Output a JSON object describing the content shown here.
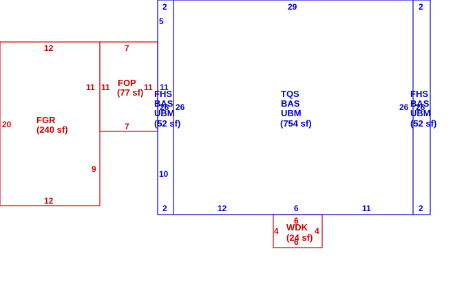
{
  "colors": {
    "accessory": "#cc0000",
    "main": "#0000cc",
    "background": "#ffffff"
  },
  "areas": {
    "fgr": {
      "code": "FGR",
      "area": "(240 sf)"
    },
    "fop": {
      "code": "FOP",
      "area": "(77 sf)"
    },
    "fhs_left": {
      "codes": [
        "FHS",
        "BAS",
        "UBM"
      ],
      "area": "(52 sf)"
    },
    "tqs": {
      "codes": [
        "TQS",
        "BAS",
        "UBM"
      ],
      "area": "(754 sf)"
    },
    "fhs_right": {
      "codes": [
        "FHS",
        "BAS",
        "UBM"
      ],
      "area": "(52 sf)"
    },
    "wdk": {
      "code": "WDK",
      "area": "(24 sf)"
    }
  },
  "dimensions": {
    "fgr_top": "12",
    "fgr_left": "20",
    "fgr_bottom": "12",
    "fgr_right_upper": "11",
    "fgr_right_lower": "9",
    "fop_top": "7",
    "fop_bottom": "7",
    "fop_left": "11",
    "fop_right": "11",
    "fhs_left_top": "2",
    "fhs_left_upper": "5",
    "fhs_left_side": "26",
    "fhs_left_side2": "26",
    "fhs_left_lower": "10",
    "fhs_left_bottom": "2",
    "tqs_top": "29",
    "tqs_bottom_left": "12",
    "tqs_bottom_mid": "6",
    "tqs_bottom_right": "11",
    "fhs_right_top": "2",
    "fhs_right_side": "26",
    "fhs_right_side2": "26",
    "fhs_right_bottom": "2",
    "wdk_top": "6",
    "wdk_bottom": "6",
    "wdk_left": "4",
    "wdk_right": "4"
  }
}
